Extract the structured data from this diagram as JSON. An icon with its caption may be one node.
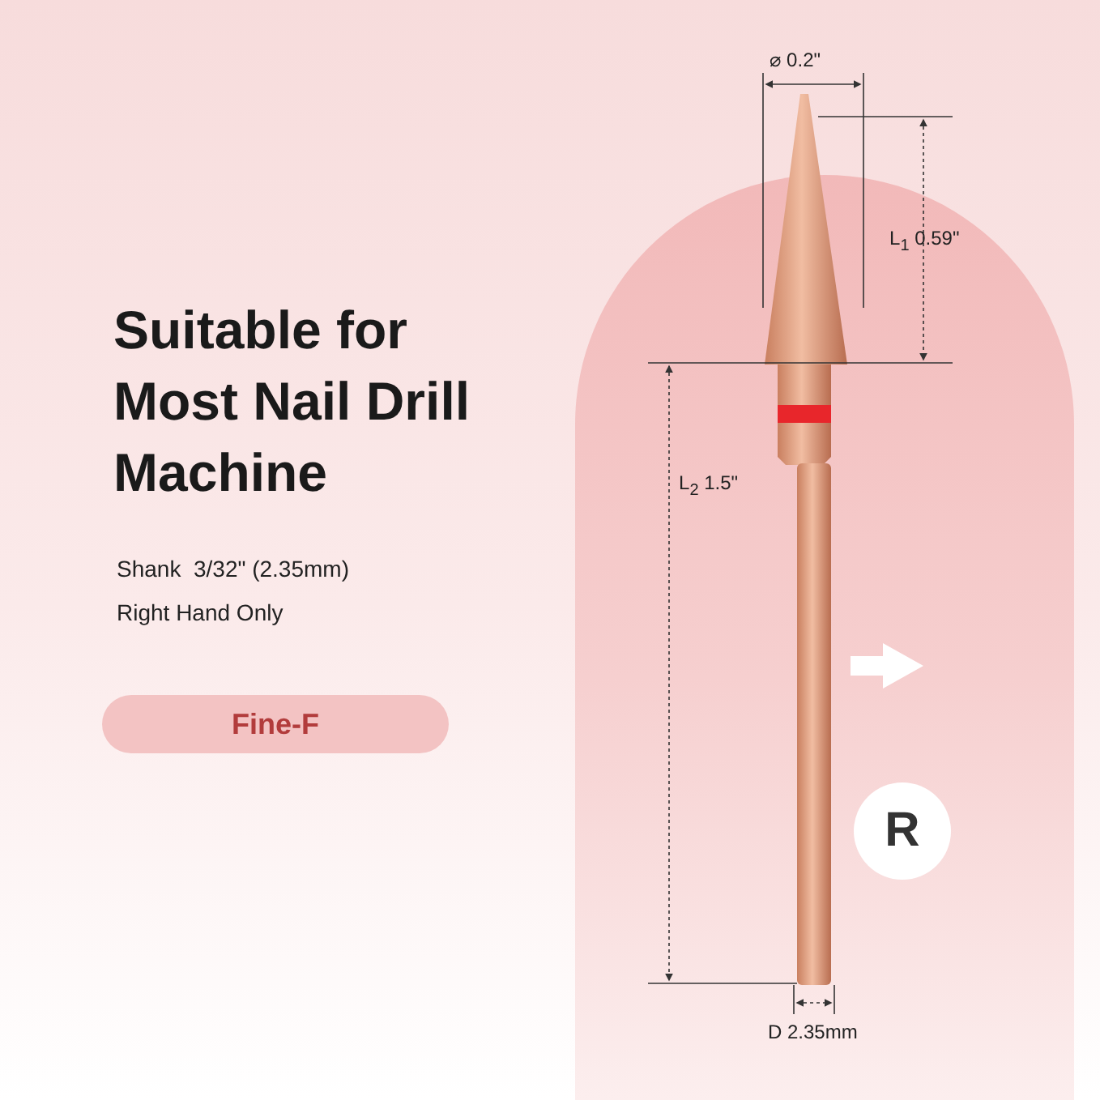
{
  "diagram": {
    "title": "Suitable for Most Nail Drill Machine",
    "nodes": [
      {
        "text": [
          "Fine-F"
        ]
      },
      {
        "text": [
          "R"
        ]
      }
    ],
    "labels": [
      "Shank  3/32\" (2.35mm)",
      "Right Hand Only",
      "⌀ 0.2\"",
      "L$_{1}$ 0.59\"",
      "L$_{2}$ 1.5\"",
      "D 2.35mm"
    ]
  }
}
